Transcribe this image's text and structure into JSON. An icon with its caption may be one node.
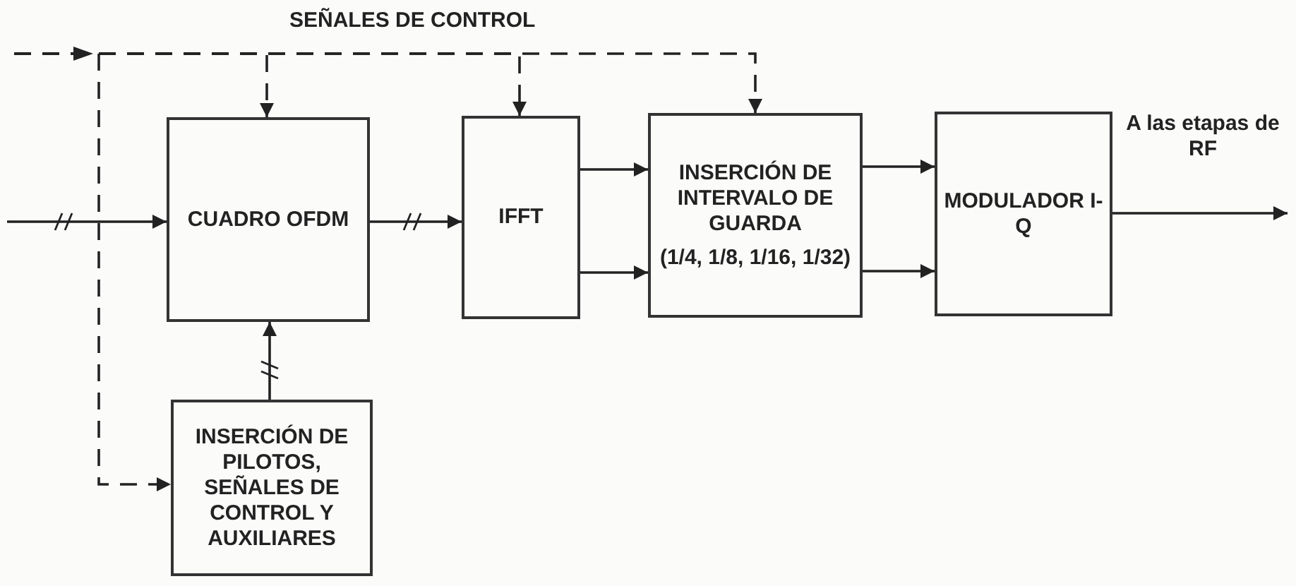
{
  "diagram": {
    "nodes": [
      {
        "text": [
          "CUADRO OFDM"
        ]
      },
      {
        "text": [
          "IFFT"
        ]
      },
      {
        "text": [
          "INSERCIÓN DE INTERVALO DE GUARDA",
          "(1/4, 1/8, 1/16, 1/32)"
        ]
      },
      {
        "text": [
          "MODULADOR I-Q"
        ]
      },
      {
        "text": [
          "INSERCIÓN DE PILOTOS, SEÑALES DE CONTROL Y AUXILIARES"
        ]
      }
    ],
    "edges": [
      {
        "from": null,
        "to": 0,
        "arrow": "to"
      },
      {
        "from": null,
        "to": 0,
        "arrow": "to",
        "style": "dashed"
      },
      {
        "from": null,
        "to": 1,
        "arrow": "to",
        "style": "dashed"
      },
      {
        "from": null,
        "to": 2,
        "arrow": "to",
        "style": "dashed"
      },
      {
        "from": null,
        "to": 4,
        "arrow": "to",
        "style": "dashed"
      },
      {
        "from": 4,
        "to": 0,
        "arrow": "to"
      },
      {
        "from": 0,
        "to": 1,
        "arrow": "to"
      },
      {
        "from": 1,
        "to": 2,
        "arrow": "to"
      },
      {
        "from": 1,
        "to": 2,
        "arrow": "to"
      },
      {
        "from": 2,
        "to": 3,
        "arrow": "to"
      },
      {
        "from": 2,
        "to": 3,
        "arrow": "to"
      },
      {
        "from": 3,
        "to": null,
        "arrow": "to",
        "label": "A las etapas de RF"
      }
    ],
    "labels": [
      "SEÑALES DE CONTROL"
    ]
  }
}
